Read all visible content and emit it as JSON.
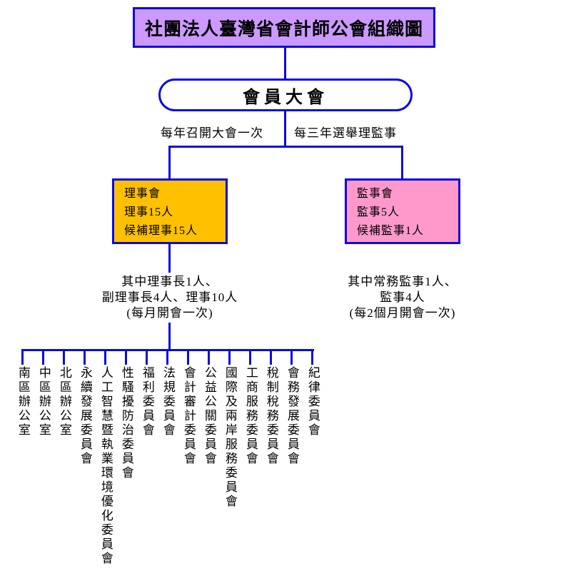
{
  "title": "社團法人臺灣省會計師公會組織圖",
  "assembly": "會員大會",
  "branch_labels": {
    "left": "每年召開大會一次",
    "right": "每三年選舉理監事"
  },
  "directors_box": {
    "lines": [
      "理事會",
      "理事15人",
      "候補理事15人"
    ]
  },
  "supervisors_box": {
    "lines": [
      "監事會",
      "監事5人",
      "候補監事1人"
    ]
  },
  "directors_note": {
    "lines": [
      "其中理事長1人、",
      "副理事長4人、理事10人",
      "(每月開會一次)"
    ]
  },
  "supervisors_note": {
    "lines": [
      "其中常務監事1人、",
      "監事4人",
      "(每2個月開會一次)"
    ]
  },
  "committees": [
    "南區辦公室",
    "中區辦公室",
    "北區辦公室",
    "永續發展委員會",
    "人工智慧暨執業環境優化委員會",
    "性騷擾防治委員會",
    "福利委員會",
    "法規委員會",
    "會計審計委員會",
    "公益公關委員會",
    "國際及兩岸服務委員會",
    "工商服務委員會",
    "稅制稅務委員會",
    "會務發展委員會",
    "紀律委員會"
  ],
  "colors": {
    "connector_line": "#0a0ae0",
    "border": "#0a0ae0",
    "title_background": "#cc99ff",
    "directors_background": "#ffc000",
    "supervisors_background": "#ff99cc",
    "text": "#000000"
  }
}
